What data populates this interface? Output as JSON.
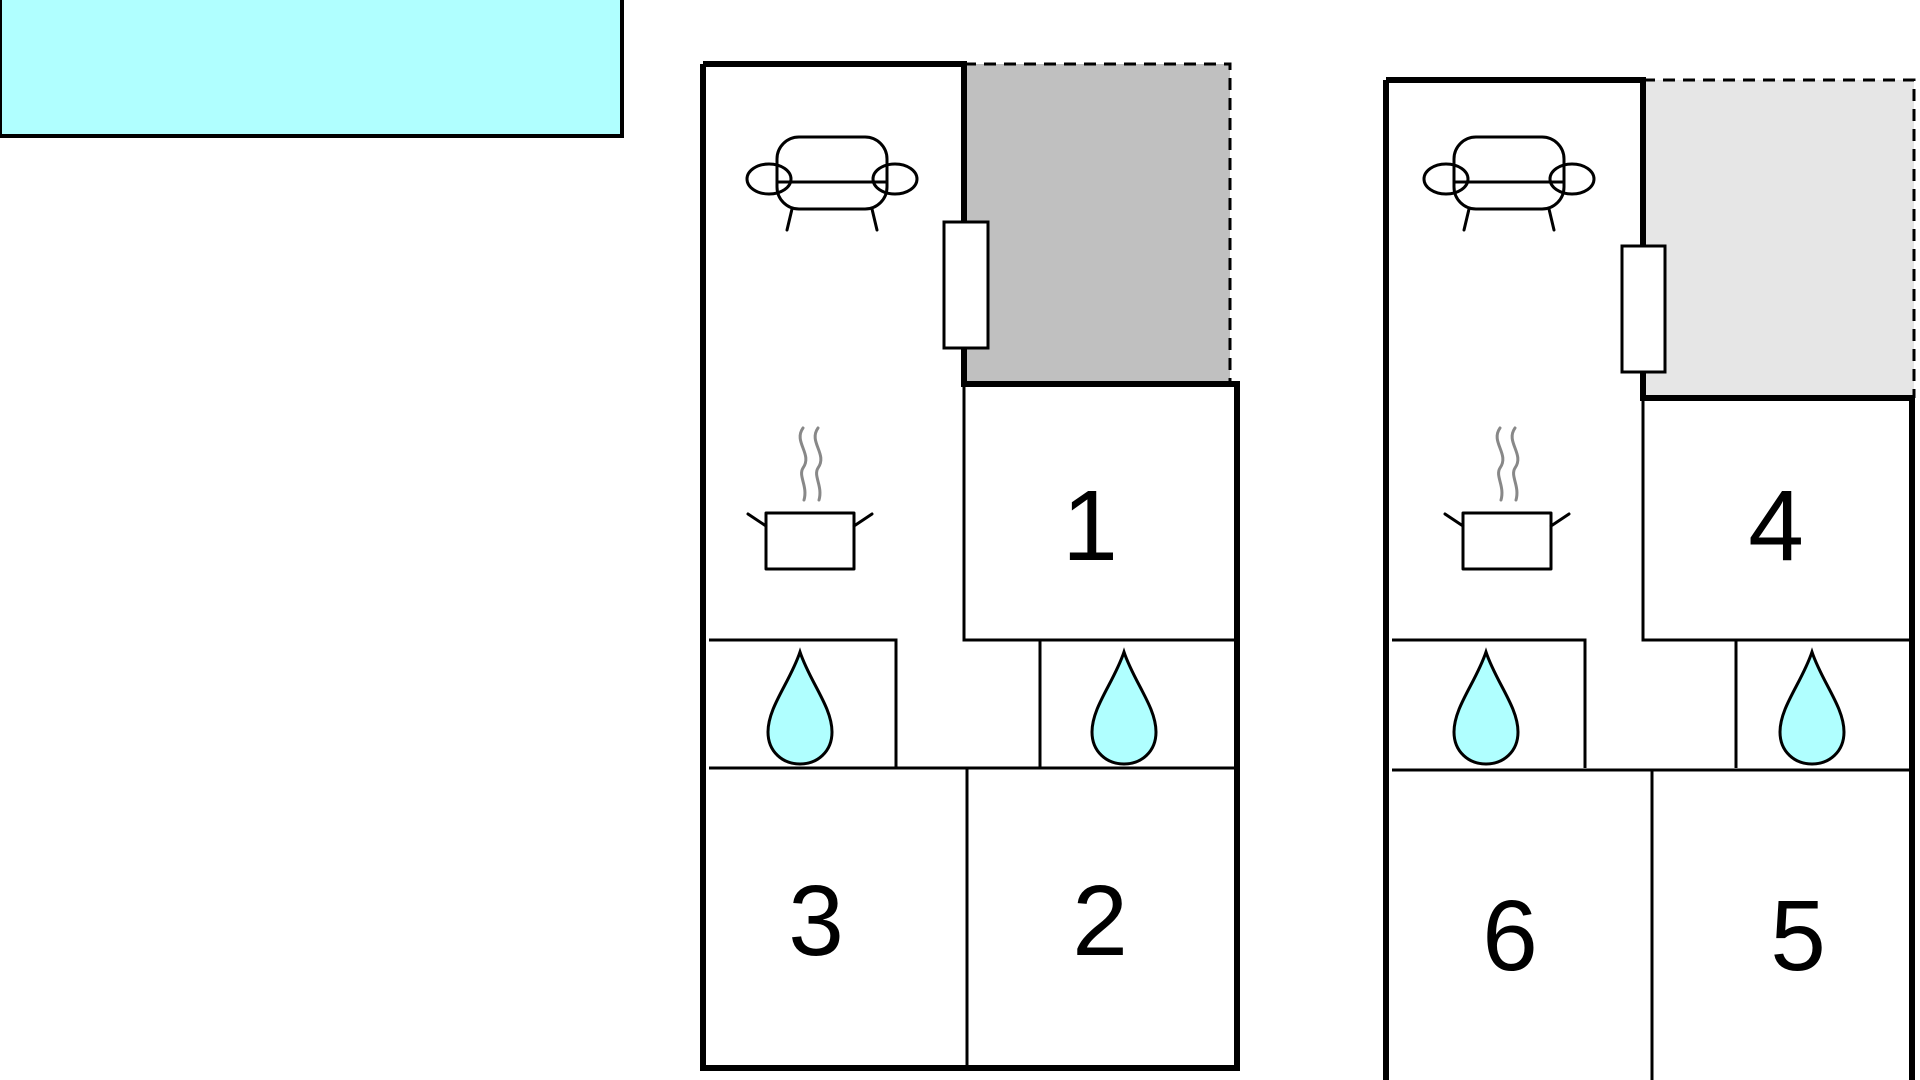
{
  "colors": {
    "pool": "#b0ffff",
    "water_drop": "#b0ffff",
    "terrace_unit_a": "#c0c0c0",
    "terrace_unit_b": "#e6e6e6",
    "wall": "#000000",
    "steam": "#888888"
  },
  "legend": {
    "pool_area": "pool-rectangle"
  },
  "units": [
    {
      "id": "unit-a",
      "rooms": [
        "1",
        "2",
        "3"
      ],
      "icons": [
        "sofa-icon",
        "cooking-pot-icon",
        "water-drop-icon",
        "water-drop-icon",
        "door-icon"
      ]
    },
    {
      "id": "unit-b",
      "rooms": [
        "4",
        "5",
        "6"
      ],
      "icons": [
        "sofa-icon",
        "cooking-pot-icon",
        "water-drop-icon",
        "water-drop-icon",
        "door-icon"
      ]
    }
  ]
}
